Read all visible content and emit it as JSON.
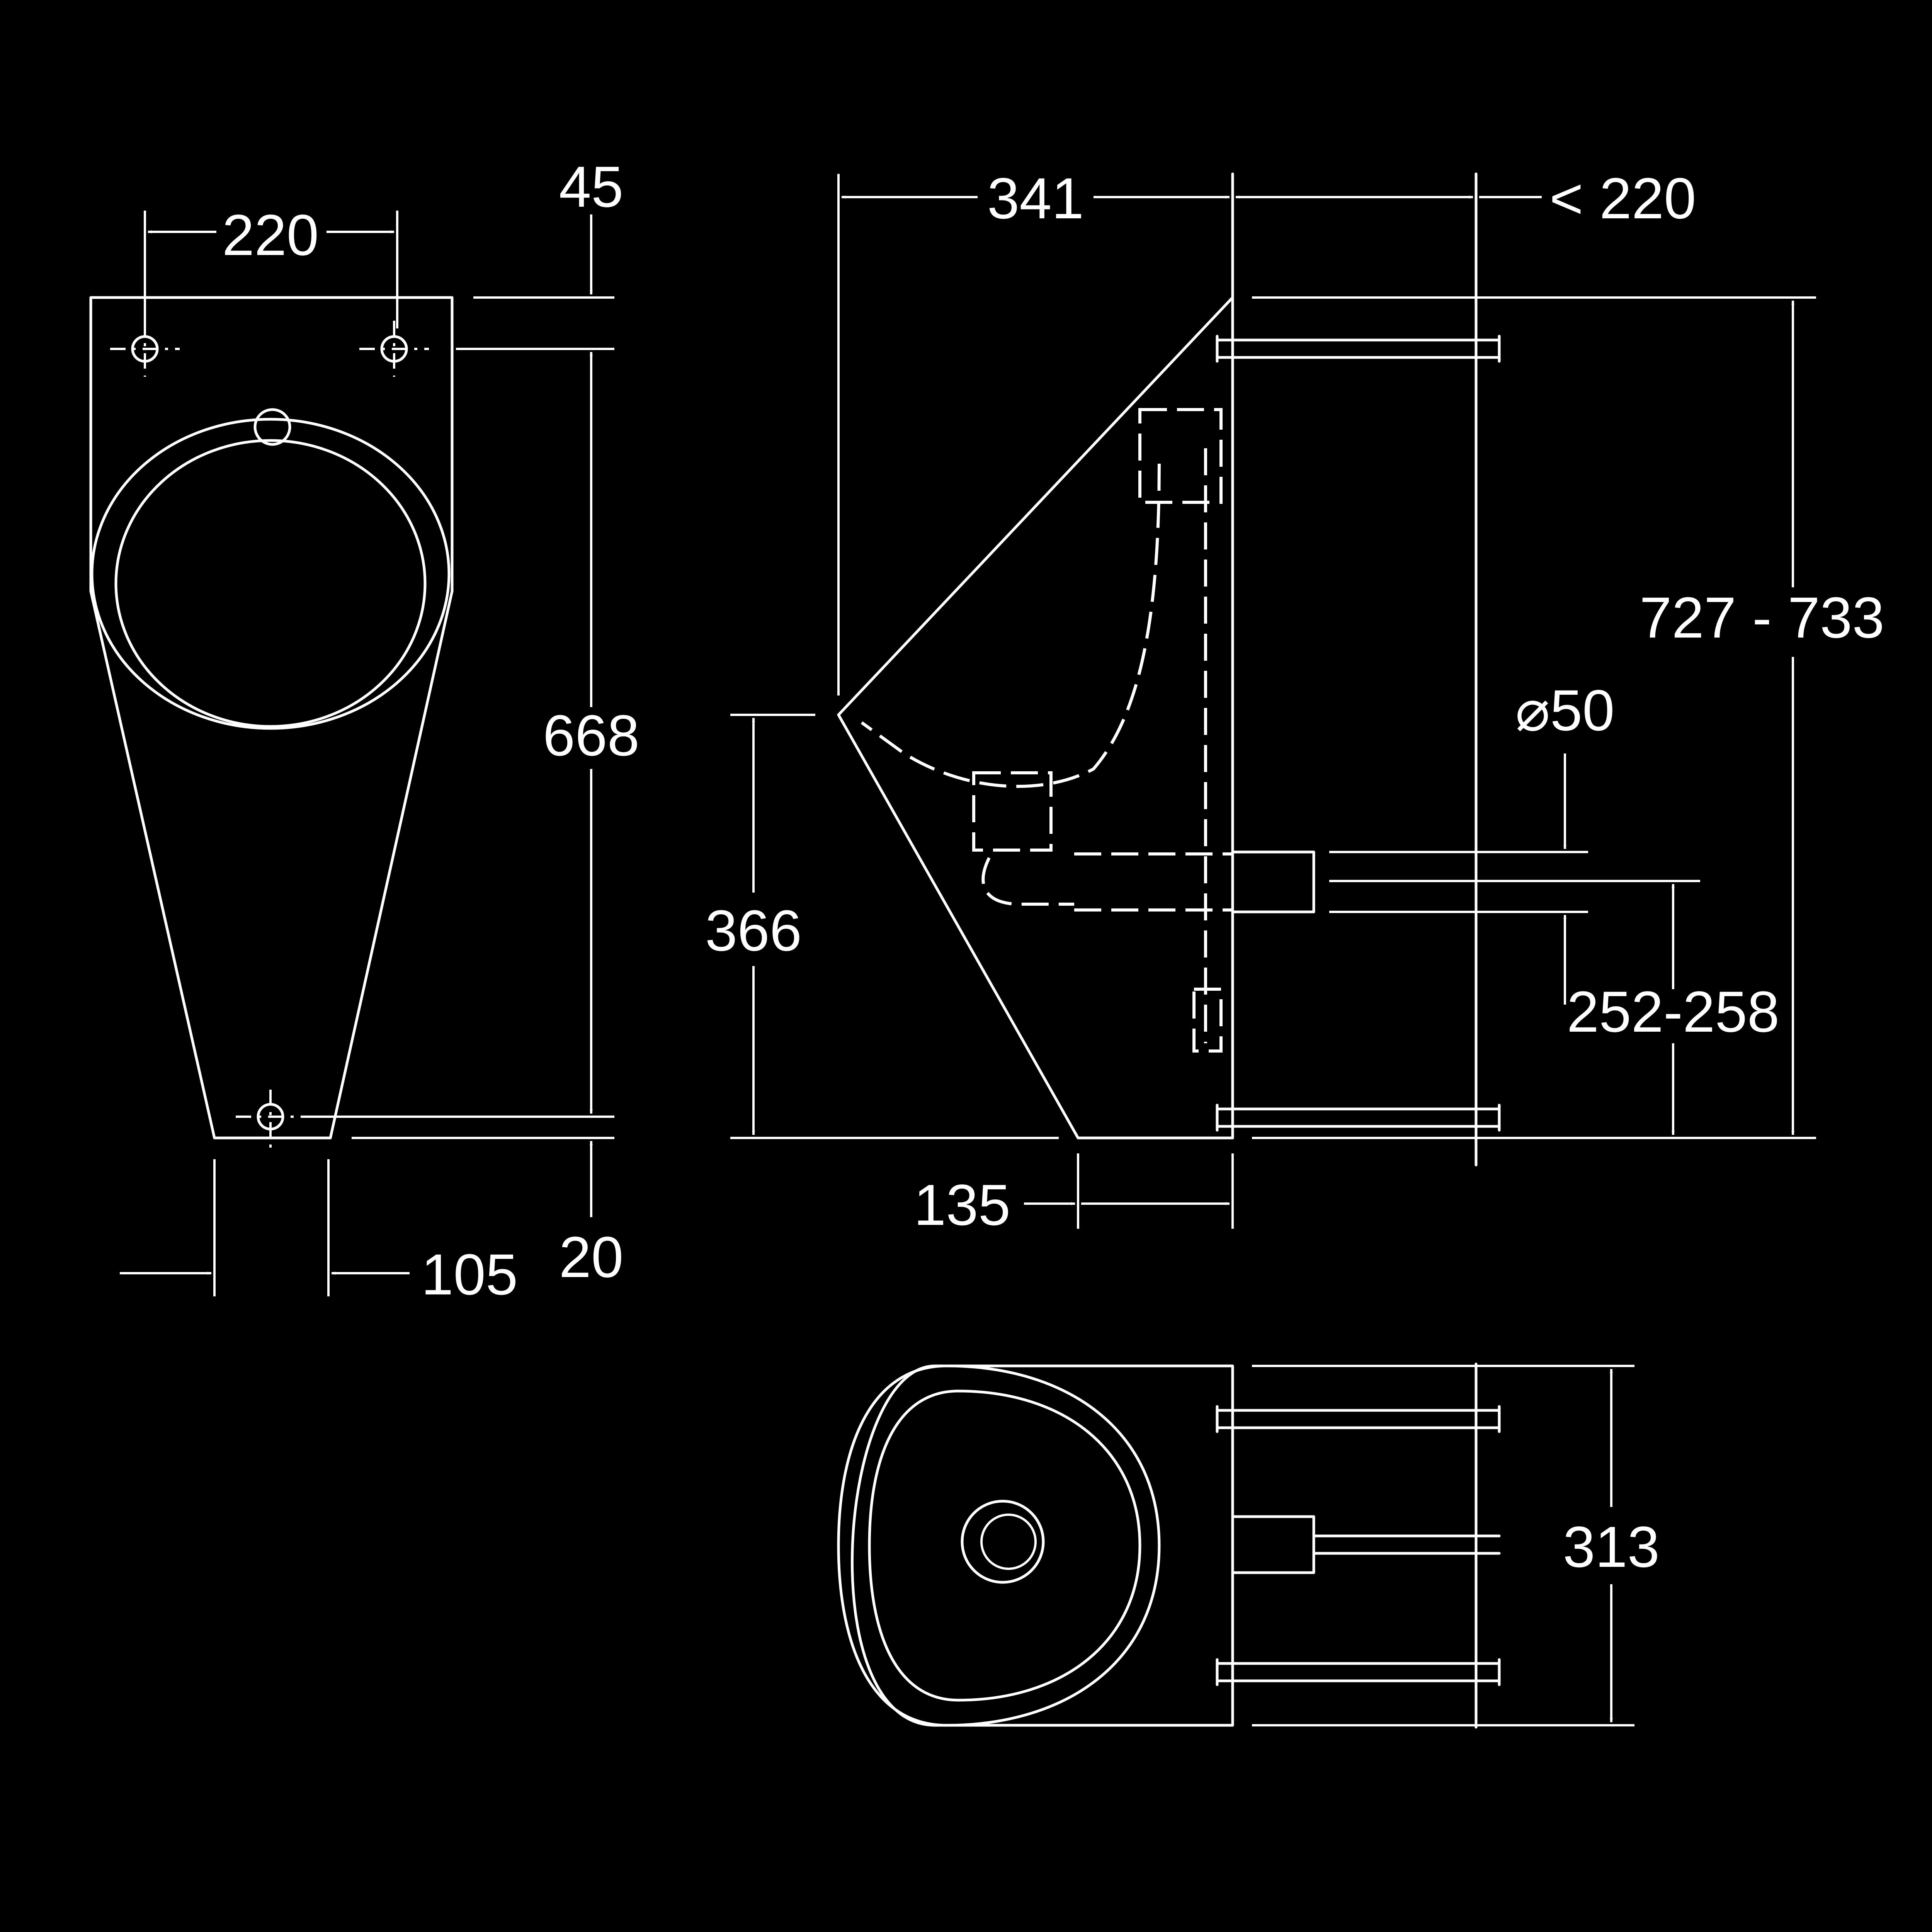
{
  "colors": {
    "background": "#000000",
    "line": "#ffffff"
  },
  "front_view": {
    "width_top": "220",
    "top_offset": "45",
    "height": "668",
    "bottom_offset": "20",
    "bottom_width": "105"
  },
  "side_view": {
    "depth": "341",
    "wall_clearance": "< 220",
    "total_height": "727 - 733",
    "outlet_diameter": "⌀50",
    "outlet_height": "252-258",
    "lip_height": "366",
    "base_depth": "135"
  },
  "top_view": {
    "width": "313"
  }
}
